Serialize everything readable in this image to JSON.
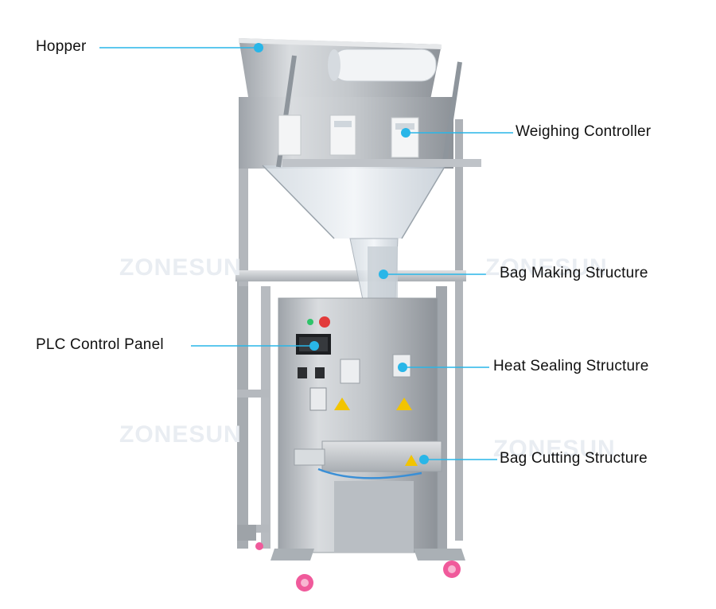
{
  "watermark": "ZONESUN",
  "accent_color": "#29b6e8",
  "callouts": {
    "hopper": "Hopper",
    "weighing_controller": "Weighing Controller",
    "bag_making": "Bag Making Structure",
    "plc_panel": "PLC Control Panel",
    "heat_sealing": "Heat Sealing Structure",
    "bag_cutting": "Bag Cutting Structure"
  }
}
